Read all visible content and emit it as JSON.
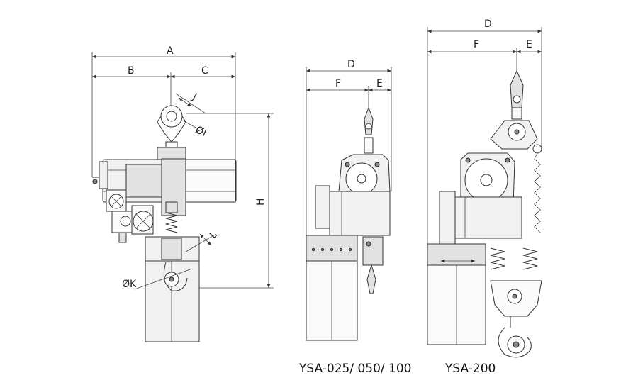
{
  "dimensions": {
    "left_view": {
      "A": "A",
      "B": "B",
      "C": "C",
      "J": "J",
      "I": "ØI",
      "L": "L",
      "K": "ØK",
      "H": "H"
    },
    "middle_view": {
      "D": "D",
      "F": "F",
      "E": "E"
    },
    "right_view": {
      "D": "D",
      "F": "F",
      "E": "E"
    }
  },
  "models": {
    "middle": "YSA-025/ 050/ 100",
    "right": "YSA-200"
  }
}
